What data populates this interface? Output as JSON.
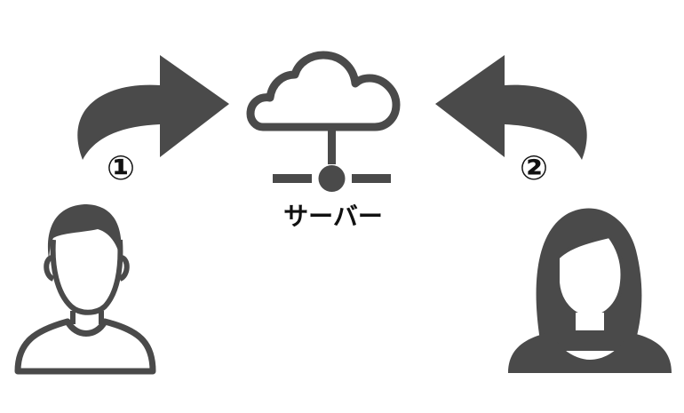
{
  "server": {
    "label": "サーバー",
    "icon": "cloud-server-icon"
  },
  "steps": [
    {
      "label": "①",
      "actor_icon": "man-user-icon",
      "arrow_icon": "curved-arrow-right-icon"
    },
    {
      "label": "②",
      "actor_icon": "woman-user-icon",
      "arrow_icon": "curved-arrow-left-icon"
    }
  ],
  "colors": {
    "icon_fill": "#4a4a4a",
    "background": "#ffffff",
    "text": "#111111"
  }
}
